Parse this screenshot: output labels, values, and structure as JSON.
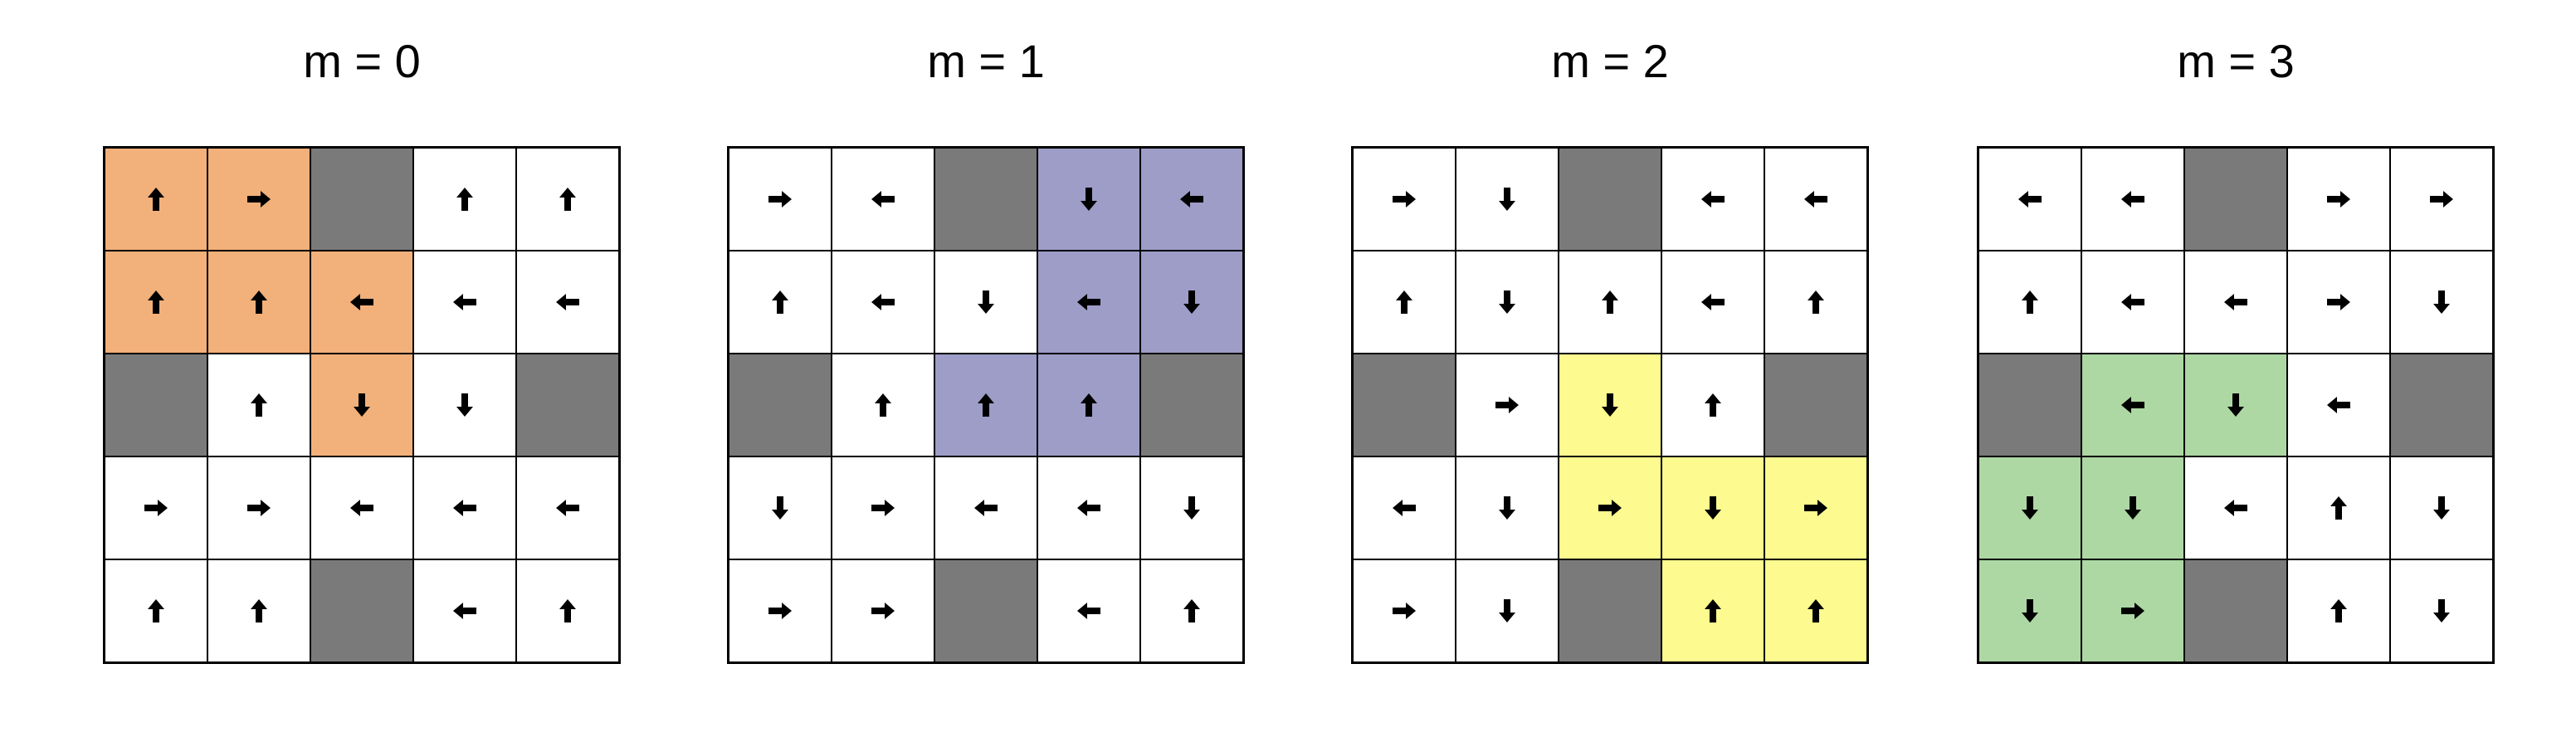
{
  "panels": [
    {
      "title": "m = 0",
      "highlight_color": "#f2b07a",
      "wall_color": "#7a7a7a",
      "grid": [
        [
          "up",
          "right",
          "wall",
          "up",
          "up"
        ],
        [
          "up",
          "up",
          "left",
          "left",
          "left"
        ],
        [
          "wall",
          "up",
          "down",
          "down",
          "wall"
        ],
        [
          "right",
          "right",
          "left",
          "left",
          "left"
        ],
        [
          "up",
          "up",
          "wall",
          "left",
          "up"
        ]
      ],
      "highlighted": [
        [
          0,
          0
        ],
        [
          0,
          1
        ],
        [
          1,
          0
        ],
        [
          1,
          1
        ],
        [
          1,
          2
        ],
        [
          2,
          2
        ]
      ]
    },
    {
      "title": "m = 1",
      "highlight_color": "#9d9dc8",
      "wall_color": "#7a7a7a",
      "grid": [
        [
          "right",
          "left",
          "wall",
          "down",
          "left"
        ],
        [
          "up",
          "left",
          "down",
          "left",
          "down"
        ],
        [
          "wall",
          "up",
          "up",
          "up",
          "wall"
        ],
        [
          "down",
          "right",
          "left",
          "left",
          "down"
        ],
        [
          "right",
          "right",
          "wall",
          "left",
          "up"
        ]
      ],
      "highlighted": [
        [
          0,
          3
        ],
        [
          0,
          4
        ],
        [
          1,
          3
        ],
        [
          1,
          4
        ],
        [
          2,
          2
        ],
        [
          2,
          3
        ]
      ]
    },
    {
      "title": "m = 2",
      "highlight_color": "#fdfb8f",
      "wall_color": "#7a7a7a",
      "grid": [
        [
          "right",
          "down",
          "wall",
          "left",
          "left"
        ],
        [
          "up",
          "down",
          "up",
          "left",
          "up"
        ],
        [
          "wall",
          "right",
          "down",
          "up",
          "wall"
        ],
        [
          "left",
          "down",
          "right",
          "down",
          "right"
        ],
        [
          "right",
          "down",
          "wall",
          "up",
          "up"
        ]
      ],
      "highlighted": [
        [
          2,
          2
        ],
        [
          3,
          2
        ],
        [
          3,
          3
        ],
        [
          3,
          4
        ],
        [
          4,
          3
        ],
        [
          4,
          4
        ]
      ]
    },
    {
      "title": "m = 3",
      "highlight_color": "#add8a3",
      "wall_color": "#7a7a7a",
      "grid": [
        [
          "left",
          "left",
          "wall",
          "right",
          "right"
        ],
        [
          "up",
          "left",
          "left",
          "right",
          "down"
        ],
        [
          "wall",
          "left",
          "down",
          "left",
          "wall"
        ],
        [
          "down",
          "down",
          "left",
          "up",
          "down"
        ],
        [
          "down",
          "right",
          "wall",
          "up",
          "down"
        ]
      ],
      "highlighted": [
        [
          2,
          1
        ],
        [
          2,
          2
        ],
        [
          3,
          0
        ],
        [
          3,
          1
        ],
        [
          4,
          0
        ],
        [
          4,
          1
        ]
      ]
    }
  ]
}
